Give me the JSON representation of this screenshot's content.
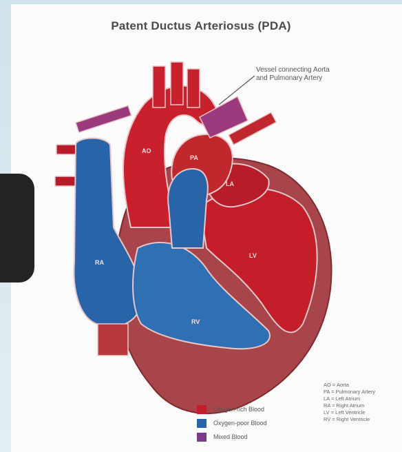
{
  "title": "Patent Ductus Arteriosus (PDA)",
  "annotation": {
    "line1": "Vessel connecting Aorta",
    "line2": "and Pulmonary Artery"
  },
  "chamber_labels": {
    "ao": "AO",
    "pa": "PA",
    "la": "LA",
    "lv": "LV",
    "ra": "RA",
    "rv": "RV"
  },
  "legend": [
    {
      "label": "Oxygen-rich Blood",
      "color": "#c41e2a"
    },
    {
      "label": "Oxygen-poor Blood",
      "color": "#2a64a8"
    },
    {
      "label": "Mixed Blood",
      "color": "#7a3c8a"
    }
  ],
  "abbreviations": [
    "AO = Aorta",
    "PA = Pulmonary Artery",
    "LA = Left Atrium",
    "RA = Right Atrium",
    "LV = Left Ventricle",
    "RV = Right Ventricle"
  ],
  "colors": {
    "oxygen_rich": "#c41e2a",
    "oxygen_poor": "#2a64a8",
    "mixed": "#7a3c8a",
    "muscle": "#a8454b",
    "background": "#fbfbfb"
  }
}
